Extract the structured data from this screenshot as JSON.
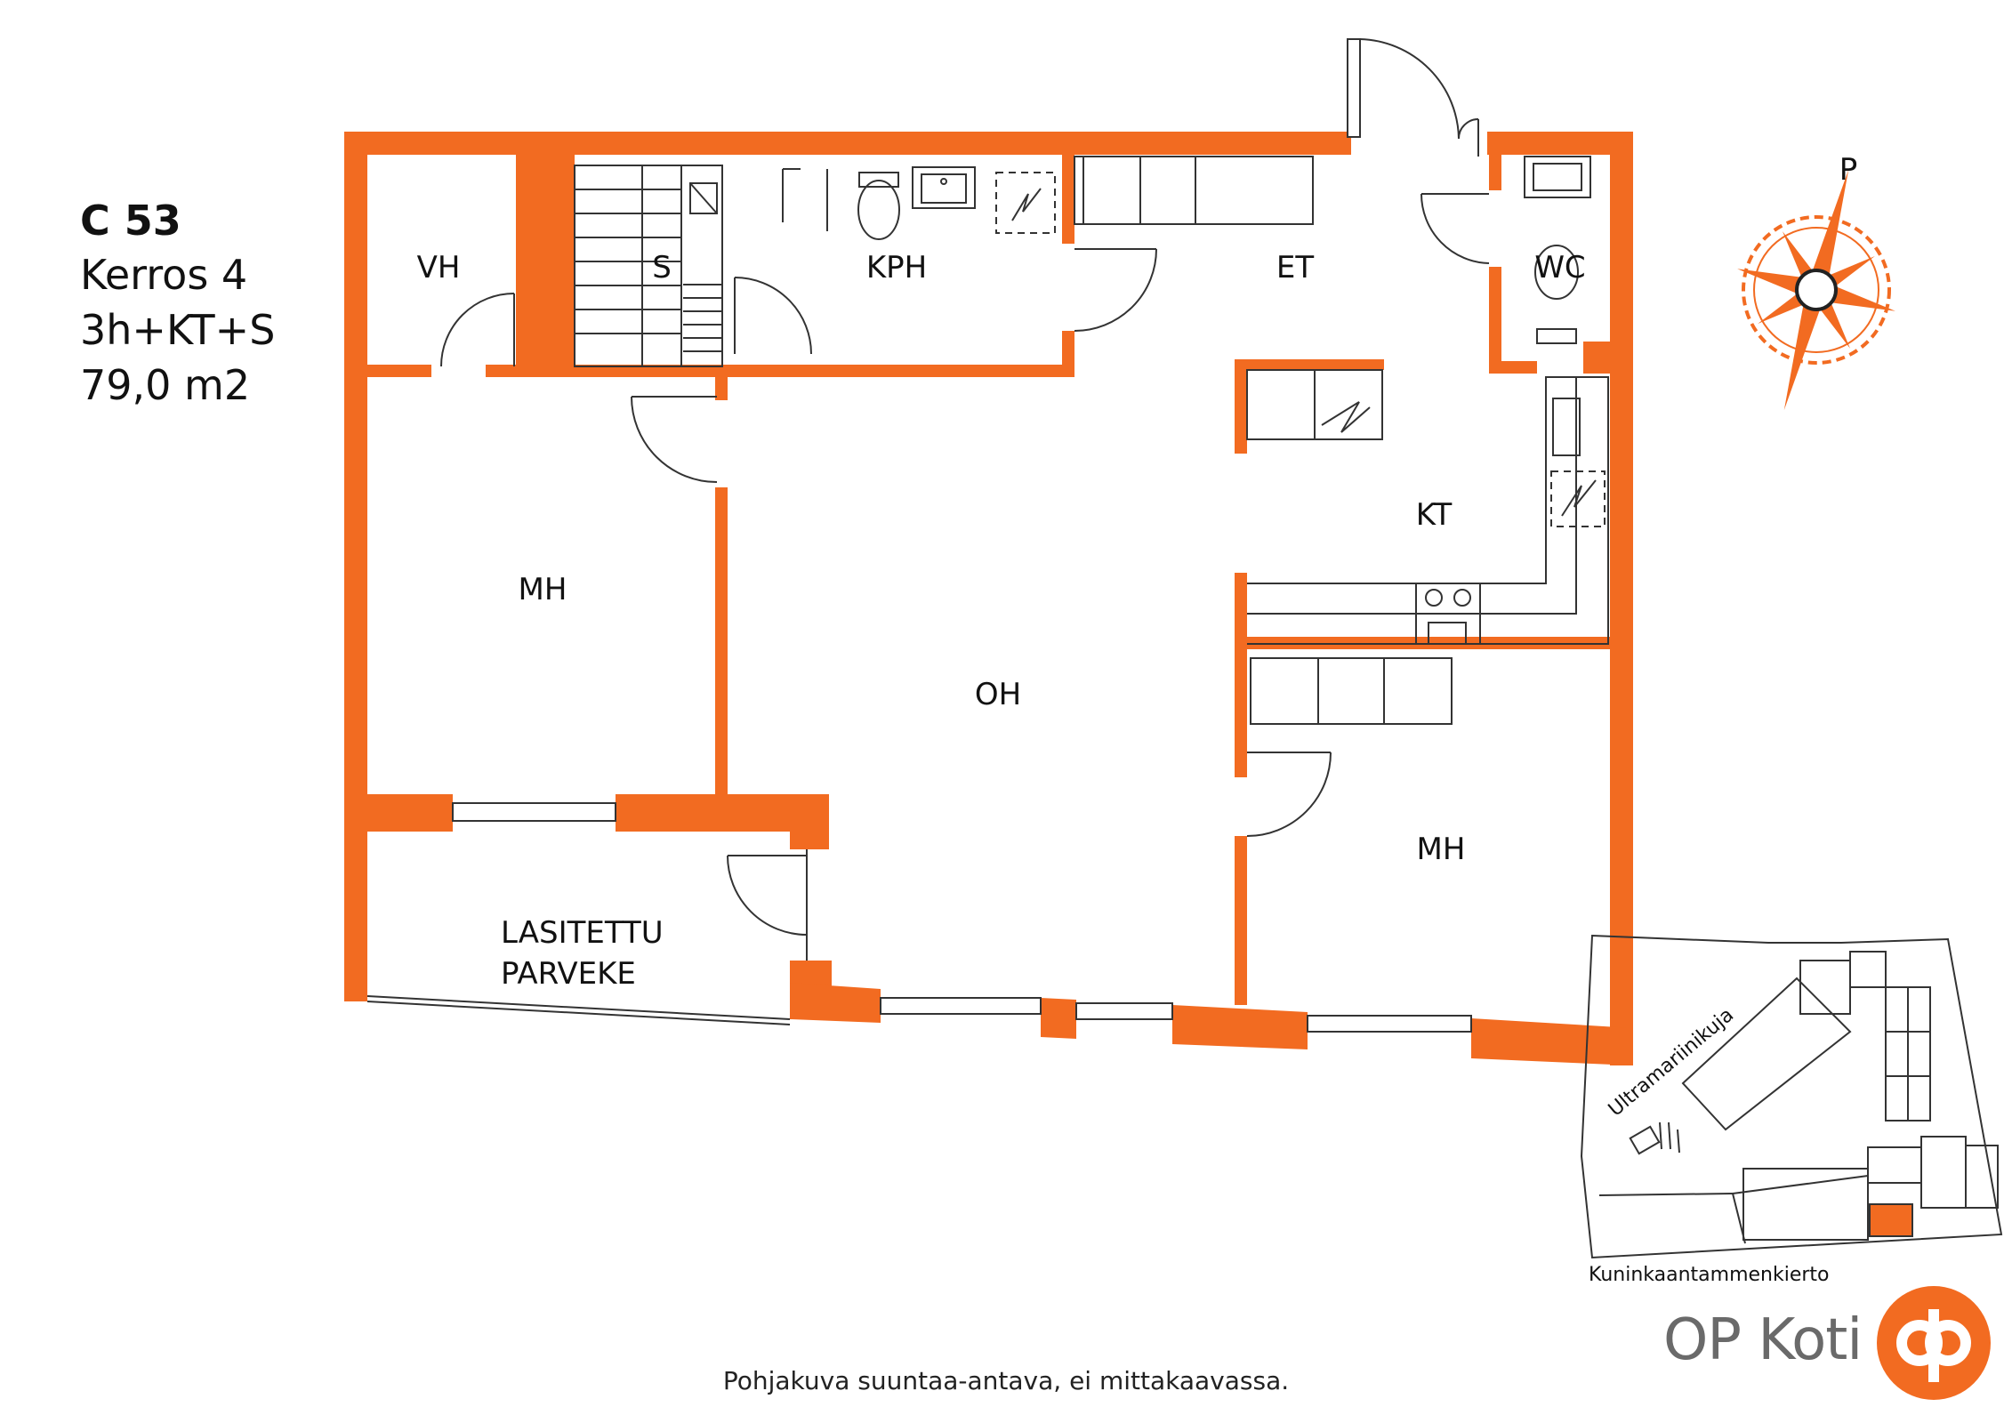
{
  "apartment": {
    "code": "C 53",
    "floor": "Kerros 4",
    "layout": "3h+KT+S",
    "area": "79,0 m2"
  },
  "rooms": {
    "vh": "VH",
    "s": "S",
    "kph": "KPH",
    "et": "ET",
    "wc": "WC",
    "mh1": "MH",
    "oh": "OH",
    "kt": "KT",
    "mh2": "MH",
    "balcony_line1": "LASITETTU",
    "balcony_line2": "PARVEKE"
  },
  "compass": {
    "north_label": "P"
  },
  "site_map": {
    "street_1": "Ultramariinikuja",
    "street_2": "Kuninkaantammenkierto"
  },
  "brand": {
    "name": "OP Koti",
    "logo_icon": "op-logo-icon"
  },
  "disclaimer": "Pohjakuva suuntaa-antava, ei mittakaavassa.",
  "colors": {
    "wall": "#f26b21",
    "line": "#333333",
    "text": "#111111",
    "brand_gray": "#6a6a6a"
  }
}
